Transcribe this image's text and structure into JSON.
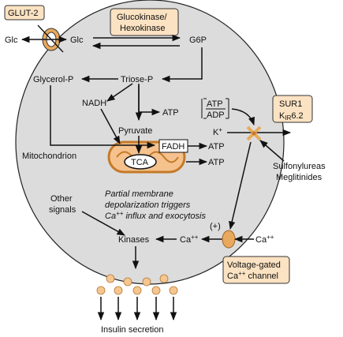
{
  "labels": {
    "glut2": "GLUT-2",
    "glc_out": "Glc",
    "glc_in": "Glc",
    "glucokinase_line1": "Glucokinase/",
    "glucokinase_line2": "Hexokinase",
    "g6p": "G6P",
    "glycerol_p": "Glycerol-P",
    "triose_p": "Triose-P",
    "nadh": "NADH",
    "atp_nadh": "ATP",
    "atp_ratio_num": "ATP",
    "atp_ratio_den": "ADP",
    "sur1": "SUR1",
    "kir_k": "K",
    "kir_sub": "IR",
    "kir_num": "6.2",
    "pyruvate": "Pyruvate",
    "k_plus": "K",
    "k_plus_sup": "+",
    "mitochondrion": "Mitochondrion",
    "fadh": "FADH",
    "atp_fadh": "ATP",
    "tca": "TCA",
    "atp_tca": "ATP",
    "sulfonylureas": "Sulfonylureas",
    "meglitinides": "Meglitinides",
    "other_signals_1": "Other",
    "other_signals_2": "signals",
    "partial_1": "Partial membrane",
    "partial_2": "depolarization triggers",
    "partial_3_pre": "Ca",
    "partial_3_sup": "++",
    "partial_3_post": " influx and exocytosis",
    "plus_sign": "(+)",
    "kinases": "Kinases",
    "ca_in": "Ca",
    "ca_in_sup": "++",
    "ca_out": "Ca",
    "ca_out_sup": "++",
    "vgcc_1": "Voltage-gated",
    "vgcc_2_pre": "Ca",
    "vgcc_2_sup": "++",
    "vgcc_2_post": " channel",
    "insulin_secretion": "Insulin secretion"
  },
  "colors": {
    "cell_fill": "#dcdcdc",
    "label_box": "#fbe2c2",
    "mito_fill": "#f5c28e",
    "mito_stroke": "#c57a28",
    "granule_fill": "#f7c68e",
    "channel_fill": "#e8a95c"
  },
  "icons": {
    "glut2_transporter": "ring-transporter-icon",
    "katp_channel": "blocked-channel-icon",
    "ca_channel": "channel-icon"
  }
}
